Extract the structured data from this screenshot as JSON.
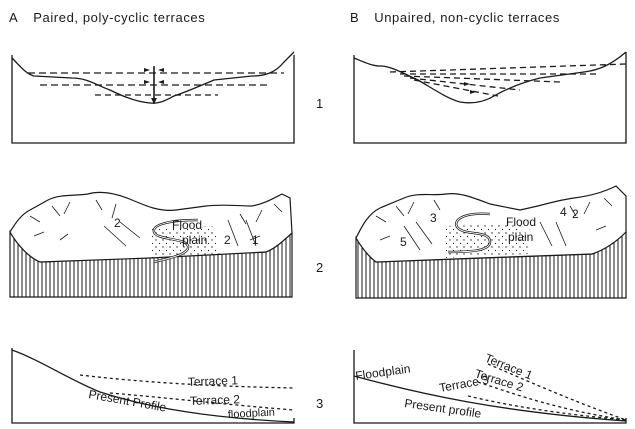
{
  "panels": [
    {
      "letter": "A",
      "title": "Paired, poly-cyclic terraces"
    },
    {
      "letter": "B",
      "title": "Unpaired, non-cyclic terraces"
    }
  ],
  "row_numbers": [
    "1",
    "2",
    "3"
  ],
  "row2": {
    "a_labels": {
      "flood": "Flood",
      "plain": "plain",
      "t2_left": "2",
      "t2_right": "2",
      "t1_right": "1"
    },
    "b_labels": {
      "flood": "Flood",
      "plain": "plain",
      "t3": "3",
      "t5": "5",
      "t4": "4",
      "t2": "2"
    }
  },
  "row3": {
    "a_labels": {
      "terrace1": "Terrace 1",
      "terrace2": "Terrace 2",
      "present_profile": "Present Profile",
      "floodplain": "floodplain"
    },
    "b_labels": {
      "terrace1": "Terrace 1",
      "terrace2": "Terrace 2",
      "terrace3": "Terrace 3",
      "floodplain": "Floodplain",
      "present_profile": "Present profile"
    }
  },
  "colors": {
    "ink": "#1a1a1a",
    "background": "#ffffff"
  }
}
